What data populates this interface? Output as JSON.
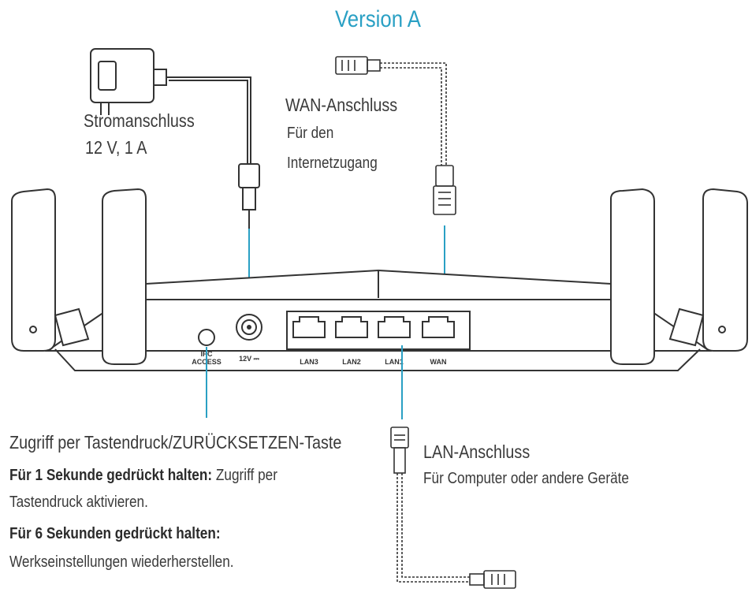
{
  "title": "Version A",
  "power": {
    "label": "Stromanschluss",
    "spec": "12 V, 1 A"
  },
  "wan": {
    "label": "WAN-Anschluss",
    "desc_line1": "Für den",
    "desc_line2": "Internetzugang"
  },
  "lan": {
    "label": "LAN-Anschluss",
    "desc": "Für Computer oder andere Geräte"
  },
  "button": {
    "label": "Zugriff per Tastendruck/ZURÜCKSETZEN-Taste",
    "hold1_bold": "Für 1 Sekunde gedrückt halten:",
    "hold1_text": "Zugriff per",
    "hold1_text2": "Tastendruck aktivieren.",
    "hold6_bold": "Für 6 Sekunden gedrückt halten:",
    "hold6_text": "Werkseinstellungen wiederherstellen."
  },
  "router": {
    "button_label_1": "IPC",
    "button_label_2": "ACCESS",
    "power_port_label": "12V ⎓",
    "ports": [
      "LAN3",
      "LAN2",
      "LAN1",
      "WAN"
    ]
  },
  "colors": {
    "accent": "#2aa0c4",
    "line": "#333333"
  }
}
